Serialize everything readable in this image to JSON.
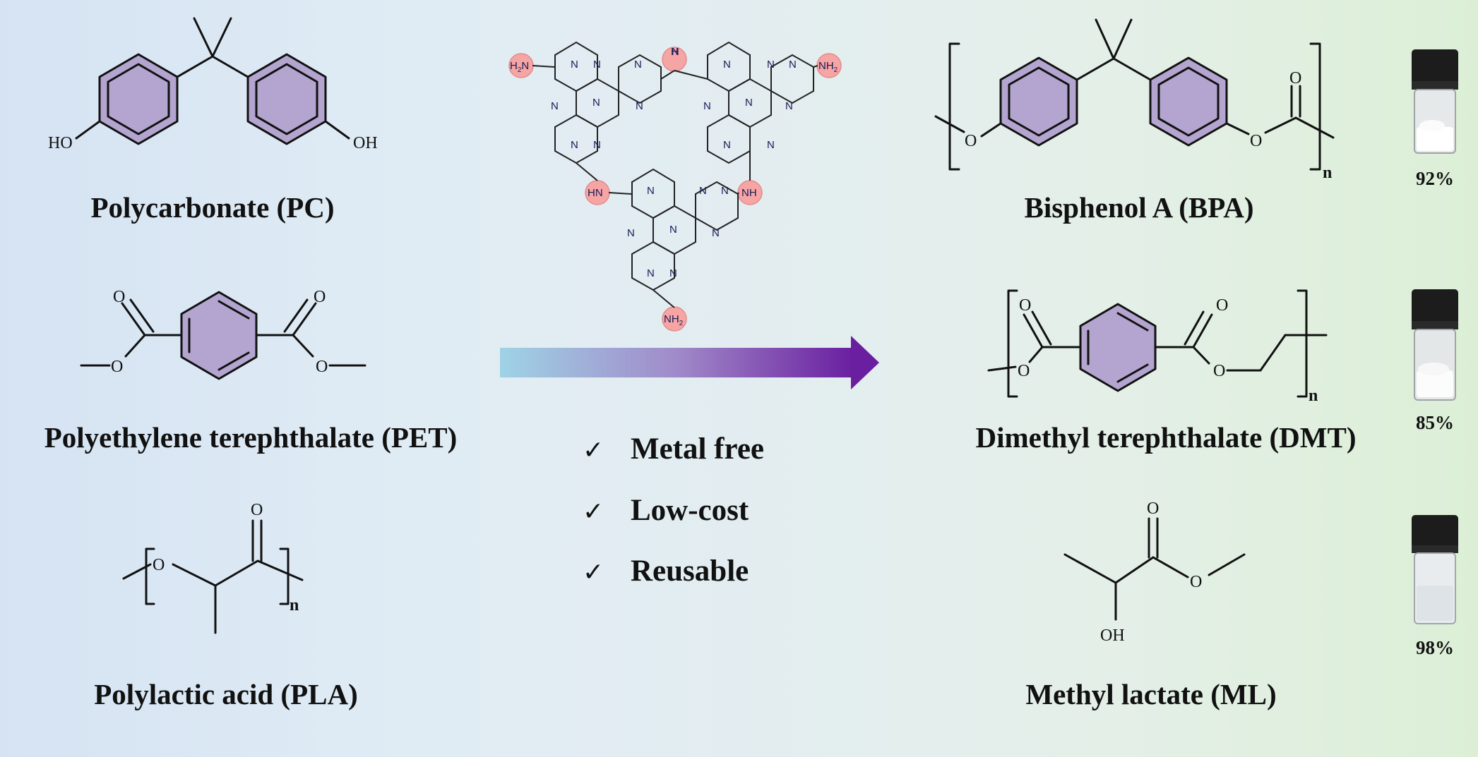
{
  "left_labels": {
    "pc": "Polycarbonate (PC)",
    "pet": "Polyethylene terephthalate (PET)",
    "pla": "Polylactic acid (PLA)"
  },
  "right_labels": {
    "bpa": "Bisphenol A (BPA)",
    "dmt": "Dimethyl terephthalate (DMT)",
    "ml": "Methyl lactate (ML)"
  },
  "yields": [
    "92%",
    "85%",
    "98%"
  ],
  "features": [
    "Metal free",
    "Low-cost",
    "Reusable"
  ],
  "check_mark": "✓",
  "atoms": {
    "ho": "HO",
    "oh": "OH",
    "o": "O",
    "n": "N",
    "nh": "NH",
    "hn": "HN",
    "nh2": "NH",
    "h2n": "H",
    "sub2": "2",
    "n_sub": "n"
  },
  "colors": {
    "ring_fill": "#b3a5cf",
    "highlight": "#f6a5a5",
    "arrow_start": "#9fd3e6",
    "arrow_end": "#6a1fa0"
  }
}
